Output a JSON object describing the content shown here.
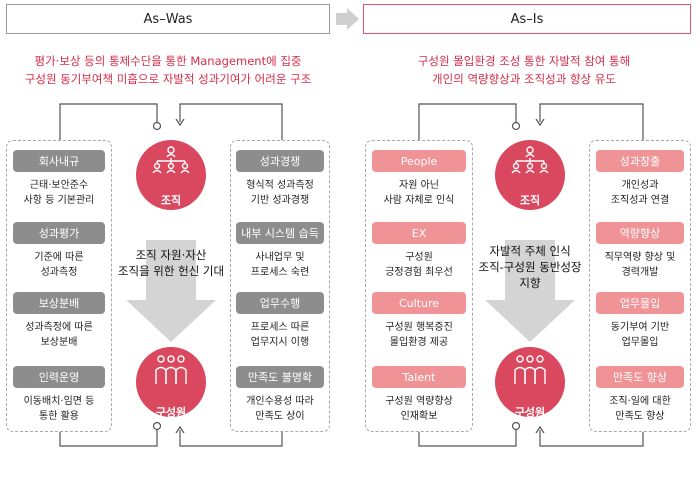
{
  "left": {
    "header": "As–Was",
    "subtitle_lines": [
      "평가·보상 등의 통제수단을 통한 Management에 집중",
      "구성원 동기부여책 미흡으로 자발적 성과기여가 어려운 구조"
    ],
    "center_text_lines": [
      "조직 자원·자산",
      "조직을 위한 헌신 기대"
    ],
    "top_circle": "조직",
    "bottom_circle": "구성원",
    "left_items": [
      {
        "label": "회사내규",
        "desc": [
          "근태·보안준수",
          "사항 등 기본관리"
        ]
      },
      {
        "label": "성과평가",
        "desc": [
          "기준에 따른",
          "성과측정"
        ]
      },
      {
        "label": "보상분배",
        "desc": [
          "성과측정에 따른",
          "보상분배"
        ]
      },
      {
        "label": "인력운영",
        "desc": [
          "이동배치·임면 등",
          "통한 활용"
        ]
      }
    ],
    "right_items": [
      {
        "label": "성과경쟁",
        "desc": [
          "형식적 성과측정",
          "기반 성과경쟁"
        ]
      },
      {
        "label": "내부 시스템 습득",
        "desc": [
          "사내업무 및",
          "프로세스 숙련"
        ]
      },
      {
        "label": "업무수행",
        "desc": [
          "프로세스 따른",
          "업무지시 이행"
        ]
      },
      {
        "label": "만족도 불명확",
        "desc": [
          "개인수용성 따라",
          "만족도 상이"
        ]
      }
    ]
  },
  "right": {
    "header": "As–Is",
    "subtitle_lines": [
      "구성원 몰입환경 조성 통한 자발적 참여 통해",
      "개인의 역량향상과 조직성과 향상 유도"
    ],
    "center_text_lines": [
      "자발적 주체 인식",
      "조직-구성원 동반성장",
      "지향"
    ],
    "top_circle": "조직",
    "bottom_circle": "구성원",
    "left_items": [
      {
        "label": "People",
        "desc": [
          "자원 아닌",
          "사람 자체로 인식"
        ]
      },
      {
        "label": "EX",
        "desc": [
          "구성원",
          "긍정경험 최우선"
        ]
      },
      {
        "label": "Culture",
        "desc": [
          "구성원 행복증진",
          "몰입환경 제공"
        ]
      },
      {
        "label": "Talent",
        "desc": [
          "구성원 역량향상",
          "인재확보"
        ]
      }
    ],
    "right_items": [
      {
        "label": "성과창출",
        "desc": [
          "개인성과",
          "조직성과 연결"
        ]
      },
      {
        "label": "역량향상",
        "desc": [
          "직무역량 향상 및",
          "경력개발"
        ]
      },
      {
        "label": "업무몰입",
        "desc": [
          "동기부여 기반",
          "업무몰입"
        ]
      },
      {
        "label": "만족도 향상",
        "desc": [
          "조직·일에 대한",
          "만족도 향상"
        ]
      }
    ]
  },
  "colors": {
    "gray_label": "#8d8d8d",
    "pink_label": "#ef9396",
    "circle_red": "#d9485e",
    "accent_text": "#d22d4a",
    "arrow_gray": "#d4d4d4"
  }
}
